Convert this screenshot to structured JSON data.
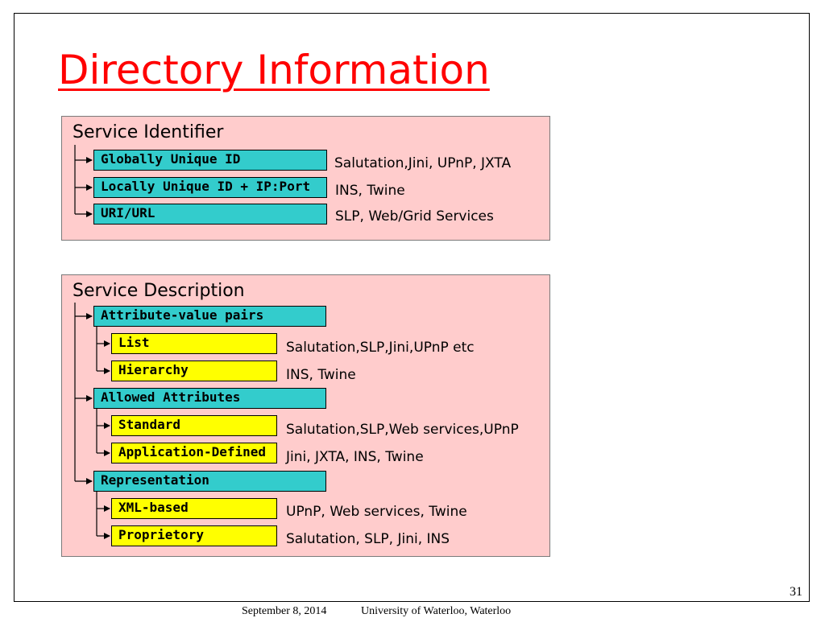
{
  "slide": {
    "title": "Directory Information",
    "page_number": "31",
    "footer_date": "September 8, 2014",
    "footer_org": "University of Waterloo, Waterloo"
  },
  "identifier_panel": {
    "heading": "Service Identifier",
    "items": [
      {
        "label": "Globally Unique ID",
        "systems": "Salutation,Jini, UPnP, JXTA"
      },
      {
        "label": "Locally Unique ID + IP:Port",
        "systems": "INS, Twine"
      },
      {
        "label": "URI/URL",
        "systems": "SLP, Web/Grid Services"
      }
    ]
  },
  "description_panel": {
    "heading": "Service Description",
    "groups": [
      {
        "label": "Attribute-value pairs",
        "children": [
          {
            "label": "List",
            "systems": "Salutation,SLP,Jini,UPnP etc"
          },
          {
            "label": "Hierarchy",
            "systems": "INS, Twine"
          }
        ]
      },
      {
        "label": "Allowed Attributes",
        "children": [
          {
            "label": "Standard",
            "systems": "Salutation,SLP,Web services,UPnP"
          },
          {
            "label": "Application-Defined",
            "systems": "Jini, JXTA, INS, Twine"
          }
        ]
      },
      {
        "label": "Representation",
        "children": [
          {
            "label": "XML-based",
            "systems": "UPnP, Web services, Twine"
          },
          {
            "label": "Proprietory",
            "systems": "Salutation, SLP, Jini, INS"
          }
        ]
      }
    ]
  },
  "colors": {
    "title": "#ff0000",
    "panel_fill": "#ffcccc",
    "level1_box": "#33cccc",
    "level2_box": "#ffff00"
  }
}
